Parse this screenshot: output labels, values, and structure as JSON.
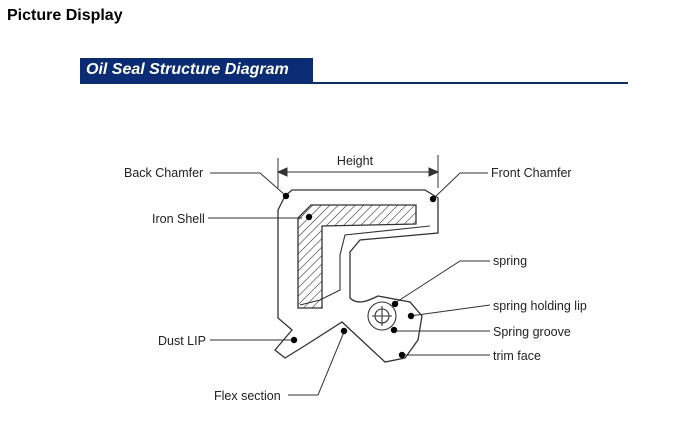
{
  "page": {
    "heading": "Picture Display"
  },
  "section": {
    "title": "Oil Seal Structure Diagram",
    "accent_color": "#0a2c74"
  },
  "diagram": {
    "dimension_label": "Height",
    "labels": {
      "back_chamfer": "Back Chamfer",
      "iron_shell": "Iron Shell",
      "dust_lip": "Dust LIP",
      "flex_section": "Flex section",
      "front_chamfer": "Front Chamfer",
      "spring": "spring",
      "spring_holding_lip": "spring holding lip",
      "spring_groove": "Spring groove",
      "trim_face": "trim face"
    }
  }
}
